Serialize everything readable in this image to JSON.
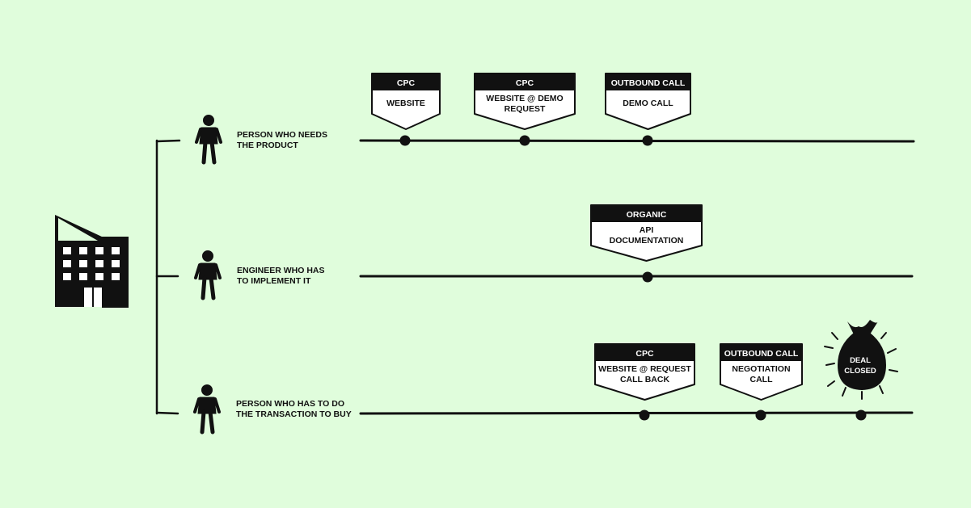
{
  "colors": {
    "background": "#e0fddc",
    "ink": "#111111",
    "tag_fill": "#ffffff"
  },
  "icons": {
    "company": "building-icon",
    "person": "person-icon",
    "deal": "money-bag-icon"
  },
  "personas": [
    {
      "label": "PERSON WHO NEEDS\nTHE PRODUCT"
    },
    {
      "label": "ENGINEER WHO HAS\nTO IMPLEMENT IT"
    },
    {
      "label": "PERSON WHO HAS TO DO\nTHE TRANSACTION TO BUY"
    }
  ],
  "touchpoints": [
    {
      "row": 0,
      "channel": "CPC",
      "text": "WEBSITE"
    },
    {
      "row": 0,
      "channel": "CPC",
      "text": "WEBSITE @ DEMO\nREQUEST"
    },
    {
      "row": 0,
      "channel": "OUTBOUND CALL",
      "text": "DEMO CALL"
    },
    {
      "row": 1,
      "channel": "ORGANIC",
      "text": "API\nDOCUMENTATION"
    },
    {
      "row": 2,
      "channel": "CPC",
      "text": "WEBSITE @ REQUEST\nCALL BACK"
    },
    {
      "row": 2,
      "channel": "OUTBOUND CALL",
      "text": "NEGOTIATION\nCALL"
    }
  ],
  "outcome": {
    "row": 2,
    "text": "DEAL\nCLOSED"
  }
}
